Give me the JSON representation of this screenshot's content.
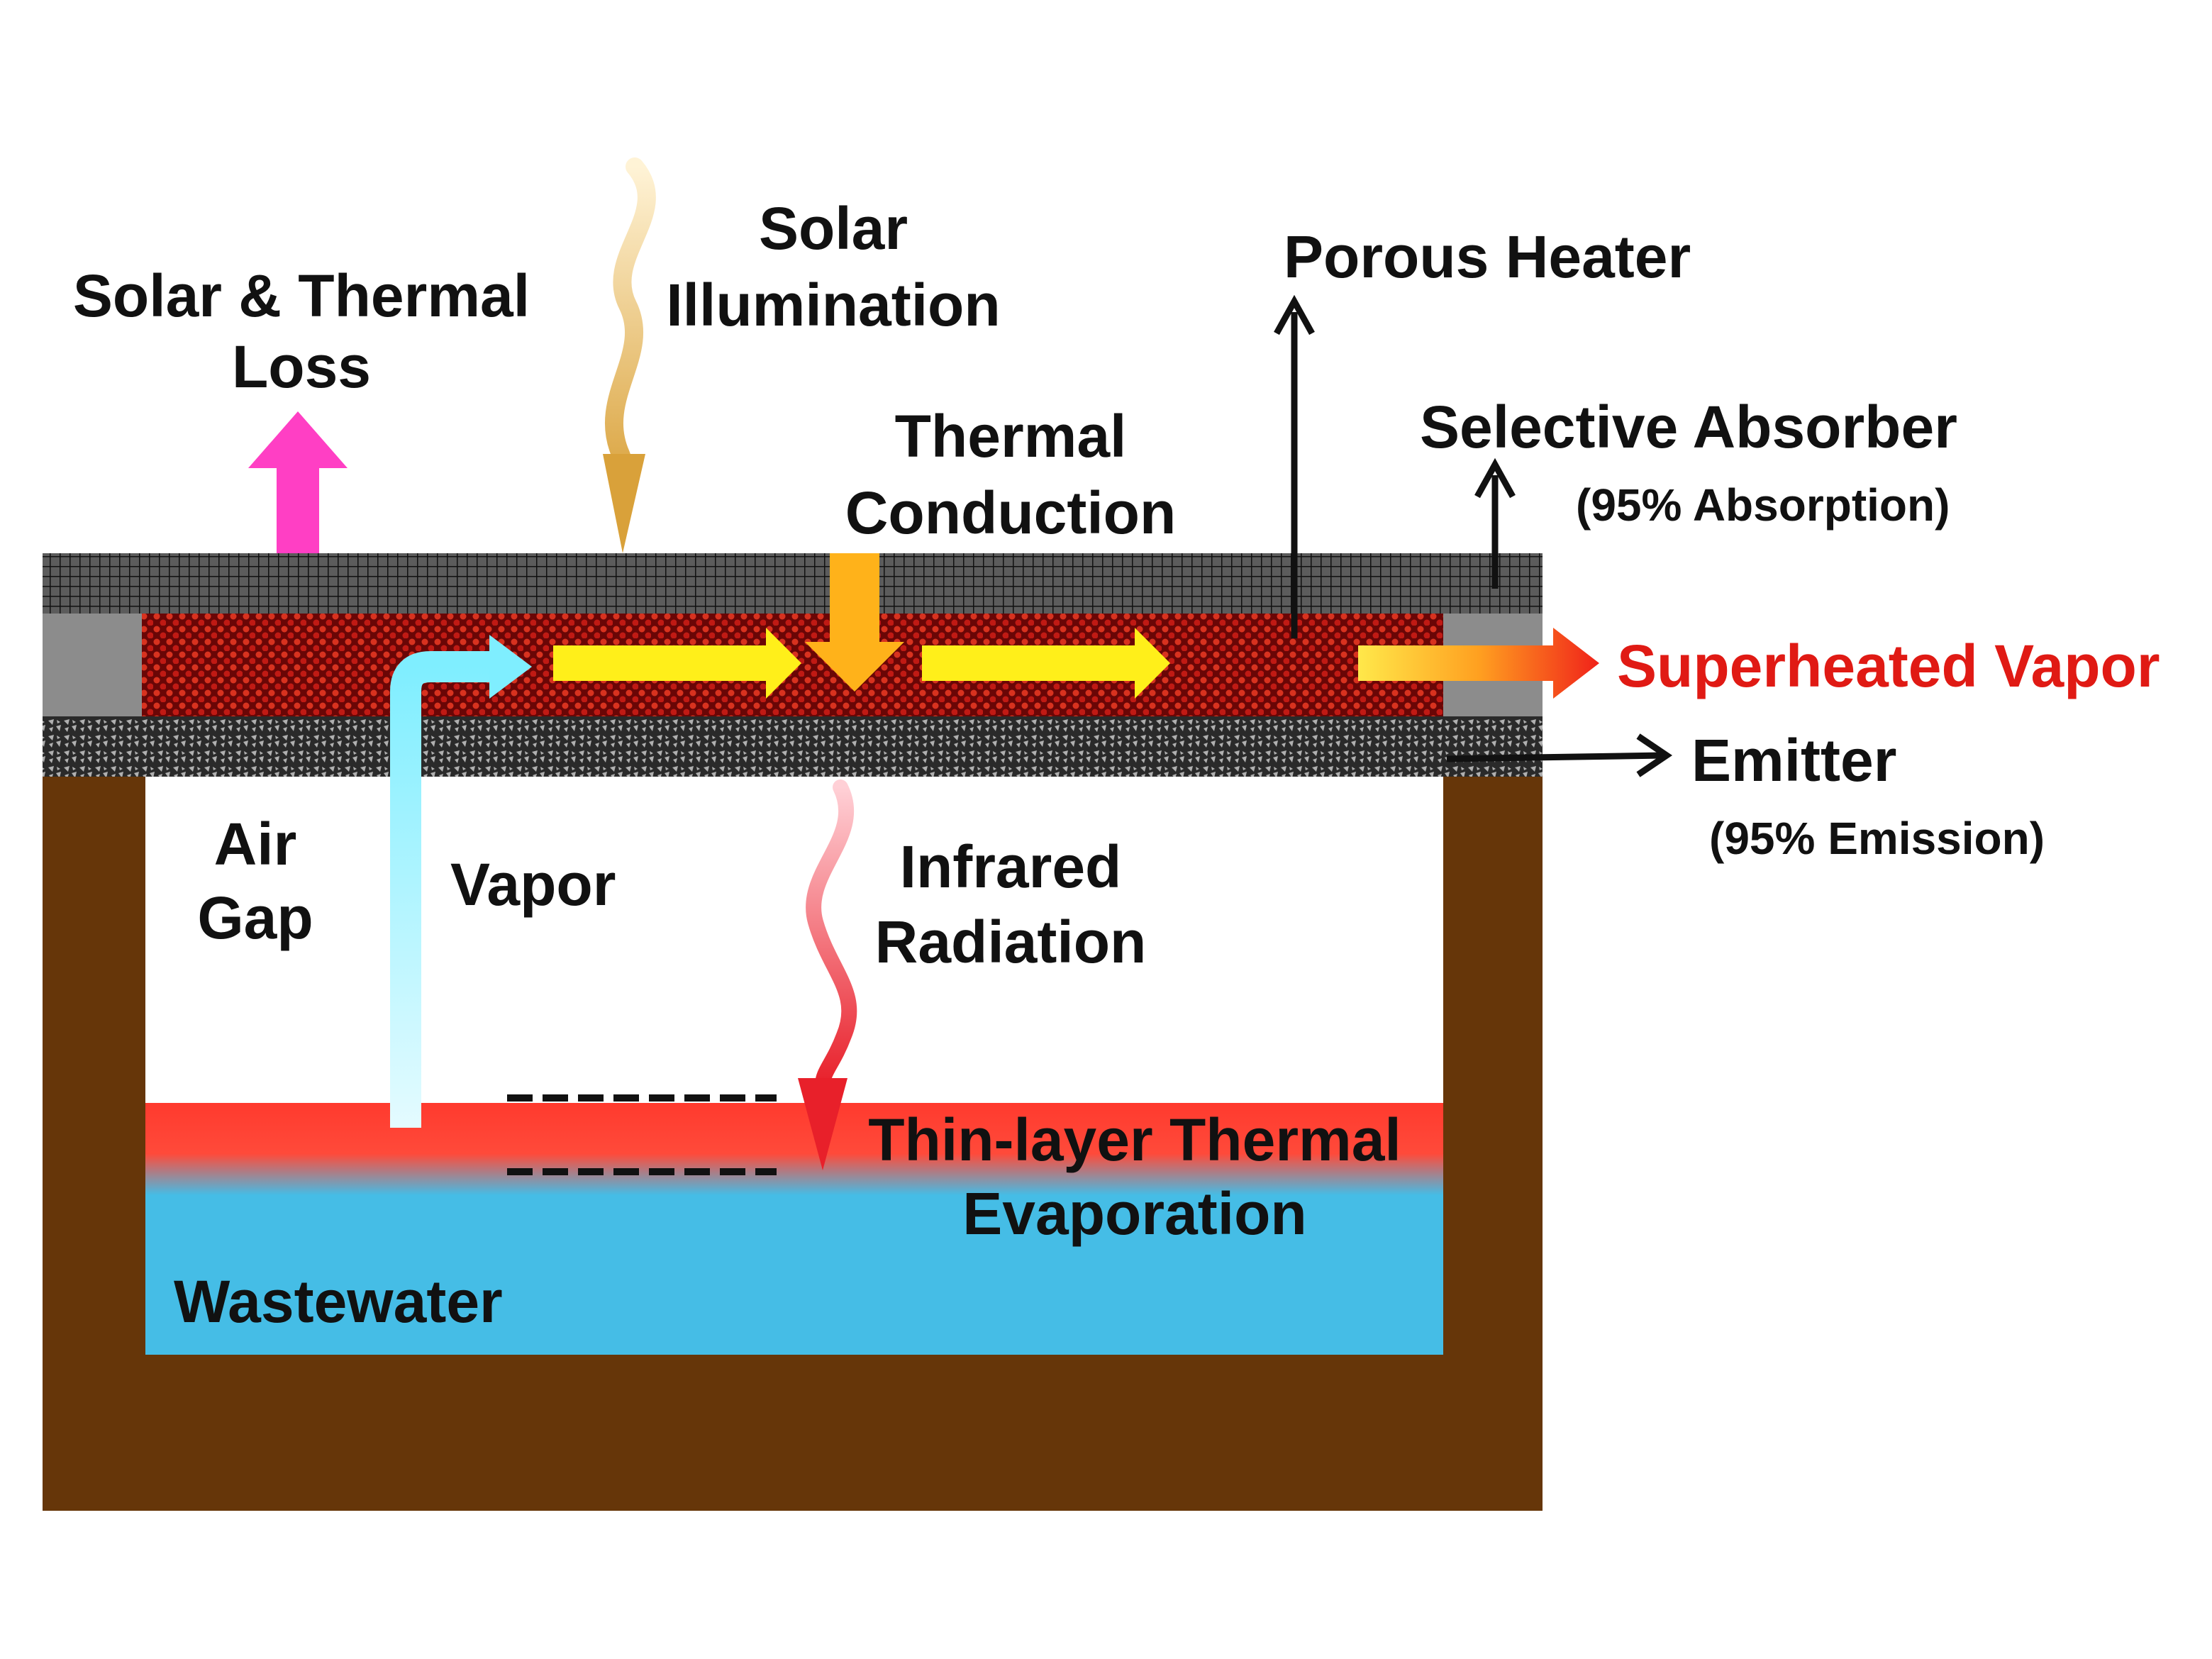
{
  "labels": {
    "solar_thermal_loss_1": "Solar & Thermal",
    "solar_thermal_loss_2": "Loss",
    "solar_illumination_1": "Solar",
    "solar_illumination_2": "Illumination",
    "porous_heater": "Porous Heater",
    "thermal_conduction_1": "Thermal",
    "thermal_conduction_2": "Conduction",
    "selective_absorber": "Selective Absorber",
    "absorption": "(95% Absorption)",
    "superheated_vapor": "Superheated Vapor",
    "emitter": "Emitter",
    "emission": "(95% Emission)",
    "air_gap_1": "Air",
    "air_gap_2": "Gap",
    "vapor": "Vapor",
    "infrared_radiation_1": "Infrared",
    "infrared_radiation_2": "Radiation",
    "thin_layer_1": "Thin-layer Thermal",
    "thin_layer_2": "Evaporation",
    "wastewater": "Wastewater"
  },
  "colors": {
    "container": "#6b3a08",
    "absorber_layer": "#3a3a3a",
    "heater_layer": "#8a0a0a",
    "heater_dots": "#d42a1f",
    "emitter_layer": "#4a4a4a",
    "side_block": "#8c8c8c",
    "water": "#45bde6",
    "thin_layer": "#ff3a2e",
    "superheated_vapor_text": "#e01a14",
    "loss_arrow": "#ff3fc4",
    "conduction_arrow": "#ffb21a",
    "flow_arrow": "#ffef1a",
    "vapor_arrow": "#8ff0ff"
  }
}
